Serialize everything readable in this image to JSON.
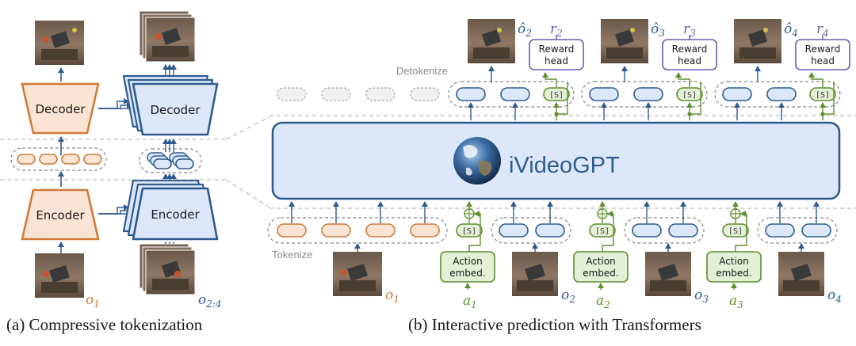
{
  "colors": {
    "orange": "#d07a3a",
    "orange_fill": "#fbe4d4",
    "blue": "#2f5b8f",
    "blue_fill": "#dce8fa",
    "green": "#5f8f2f",
    "green_fill": "#e3efd6",
    "purple": "#6f59b3",
    "purple_fill": "#ffffff",
    "gray": "#9a9a9a"
  },
  "left": {
    "decoder_label": "Decoder",
    "encoder_label": "Encoder",
    "decoder_stack_label": "Decoder",
    "encoder_stack_label": "Encoder",
    "obs_single": "o",
    "obs_single_sub": "1",
    "obs_multi": "o",
    "obs_multi_sub": "2:4"
  },
  "right": {
    "model_name": "iVideoGPT",
    "tokenize_label": "Tokenize",
    "detokenize_label": "Detokenize",
    "slot_token": "[S]",
    "reward_head": [
      "Reward",
      "head"
    ],
    "action_embed": [
      "Action",
      "embed."
    ],
    "inputs": [
      {
        "obs": "o",
        "sub": "1"
      },
      {
        "obs": "o",
        "sub": "2",
        "action": "a",
        "action_sub": "1"
      },
      {
        "obs": "o",
        "sub": "3",
        "action": "a",
        "action_sub": "2"
      },
      {
        "obs": "o",
        "sub": "4",
        "action": "a",
        "action_sub": "3"
      }
    ],
    "outputs": [
      {
        "pred": "ô",
        "sub": "2",
        "reward": "r",
        "reward_sub": "2"
      },
      {
        "pred": "ô",
        "sub": "3",
        "reward": "r",
        "reward_sub": "3"
      },
      {
        "pred": "ô",
        "sub": "4",
        "reward": "r",
        "reward_sub": "4"
      }
    ]
  },
  "captions": {
    "a": "(a) Compressive tokenization",
    "b": "(b) Interactive prediction with Transformers"
  }
}
